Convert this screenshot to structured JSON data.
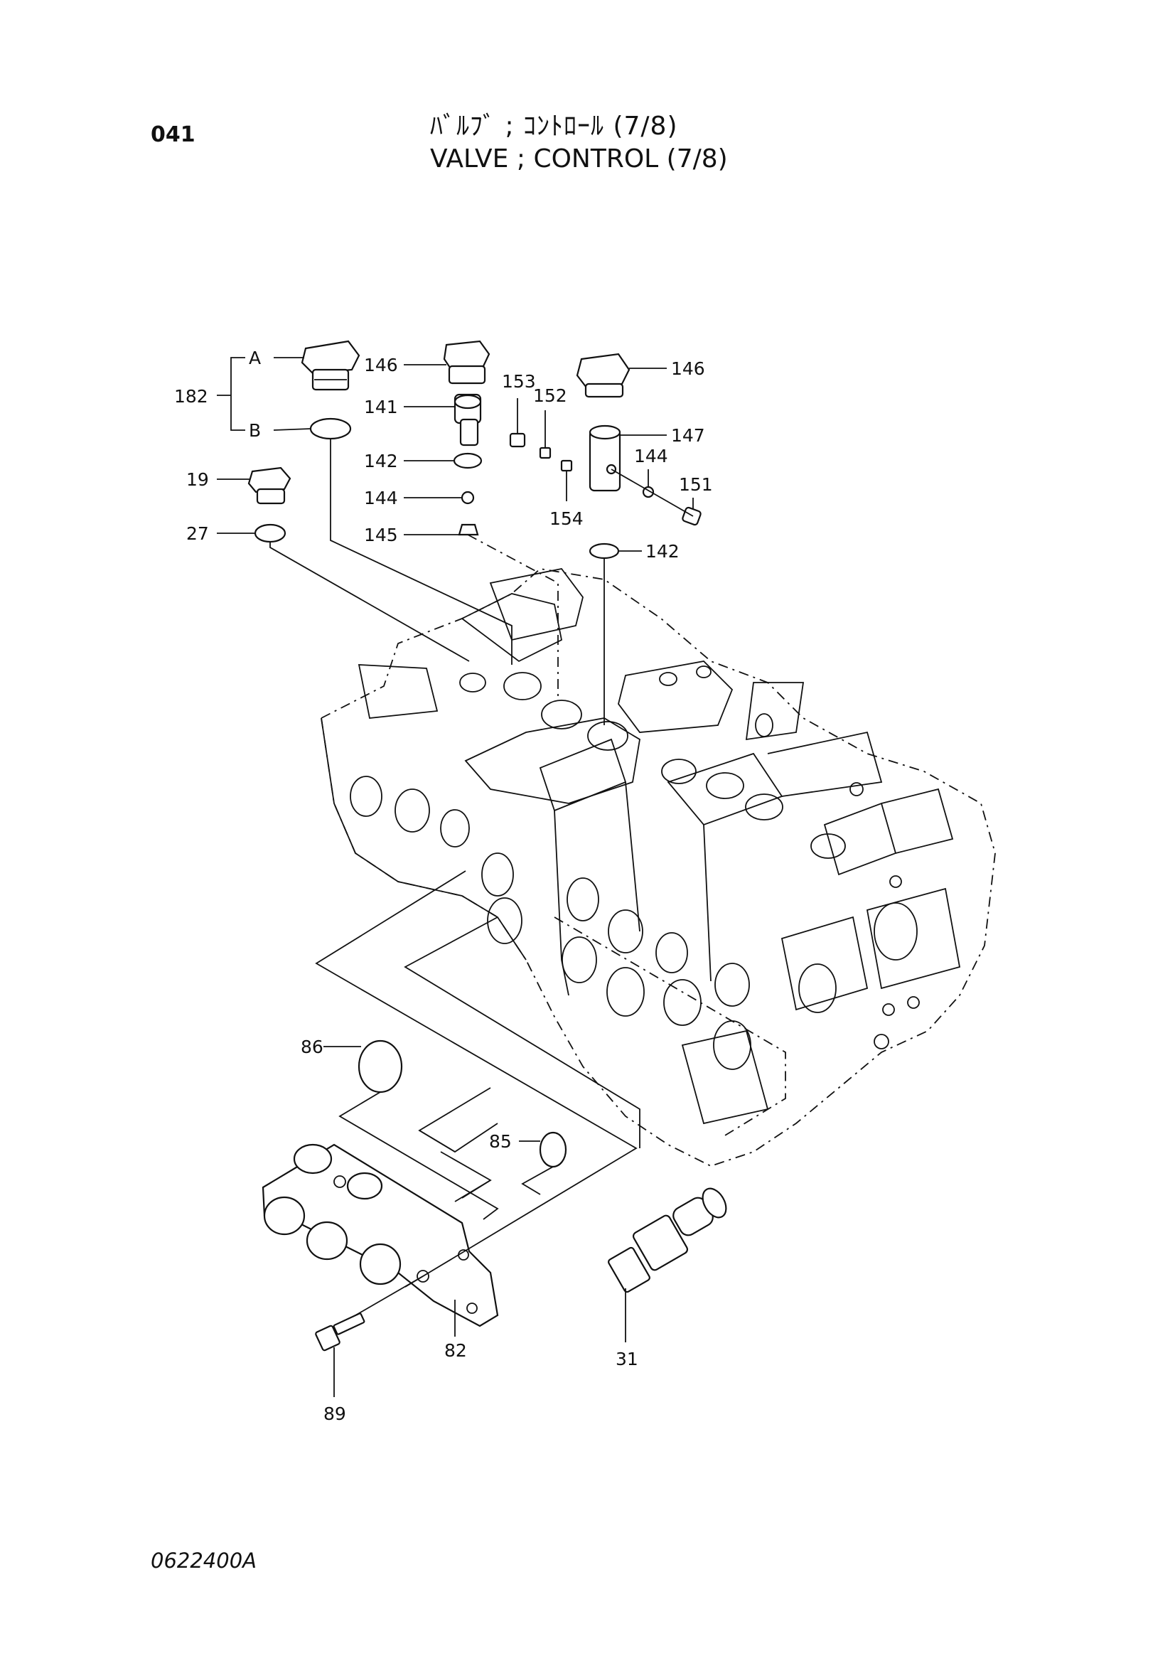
{
  "header": {
    "page_number": "041",
    "title_japanese": "ﾊﾞﾙﾌﾞ ; ｺﾝﾄﾛｰﾙ (7/8)",
    "title_english": "VALVE ; CONTROL (7/8)"
  },
  "footer": {
    "document_code": "0622400A"
  },
  "callouts": {
    "c182": "182",
    "cA": "A",
    "cB": "B",
    "c146a": "146",
    "c141": "141",
    "c142a": "142",
    "c144a": "144",
    "c145": "145",
    "c19": "19",
    "c27": "27",
    "c153": "153",
    "c152": "152",
    "c154": "154",
    "c146b": "146",
    "c147": "147",
    "c144b": "144",
    "c151": "151",
    "c142b": "142",
    "c86": "86",
    "c85": "85",
    "c82": "82",
    "c89": "89",
    "c31": "31"
  }
}
